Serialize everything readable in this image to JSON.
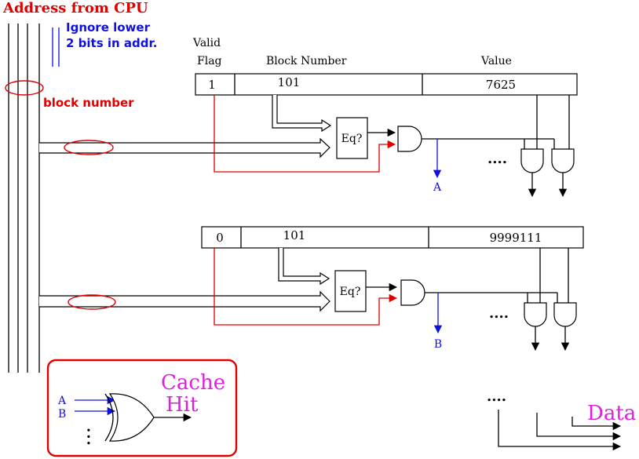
{
  "title": "Address from CPU",
  "ignore_note": [
    "Ignore lower",
    "2 bits in addr."
  ],
  "block_number_label": "block number",
  "headers": {
    "valid": "Valid",
    "flag": "Flag",
    "block_number": "Block Number",
    "value": "Value"
  },
  "entries": [
    {
      "valid": "1",
      "block": "101",
      "value": "7625",
      "comparator": "Eq?",
      "output": "A",
      "dots": "...."
    },
    {
      "valid": "0",
      "block": "101",
      "value": "9999111",
      "comparator": "Eq?",
      "output": "B",
      "dots": "...."
    }
  ],
  "cache_hit": {
    "label_line1": "Cache",
    "label_line2": "Hit",
    "input_a": "A",
    "input_b": "B",
    "dots": "..."
  },
  "data_label": "Data",
  "data_dots": "....",
  "colors": {
    "red": "#e00000",
    "blue": "#1010e0",
    "magenta": "#e020e0",
    "black": "#000000"
  }
}
